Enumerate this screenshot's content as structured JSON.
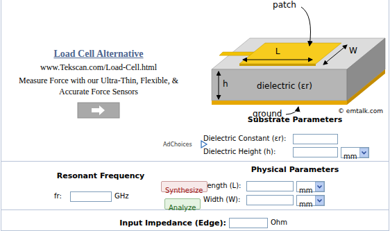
{
  "diagram": {
    "nodes": [
      {
        "text": [
          "mm"
        ]
      },
      {
        "text": [
          "Synthesize"
        ]
      },
      {
        "text": [
          "mm"
        ]
      },
      {
        "text": [
          "Analyze"
        ]
      },
      {
        "text": [
          "mm"
        ]
      }
    ],
    "labels": [
      "patch",
      "L",
      "W",
      "h",
      "dielectric (εr)",
      "ground",
      "© emtalk.com",
      "Load Cell Alternative",
      "www.Tekscan.com/Load-Cell.html",
      "Measure Force with our Ultra-Thin, Flexible, & Accurate Force Sensors",
      "AdChoices",
      "Substrate Parameters",
      "Dielectric Constant (εr):",
      "Dielectric Height (h):",
      "Resonant Frequency",
      "Physical Parameters",
      "fr:",
      "GHz",
      "Length (L):",
      "Width (W):",
      "Input Impedance (Edge):",
      "Ohm"
    ]
  }
}
